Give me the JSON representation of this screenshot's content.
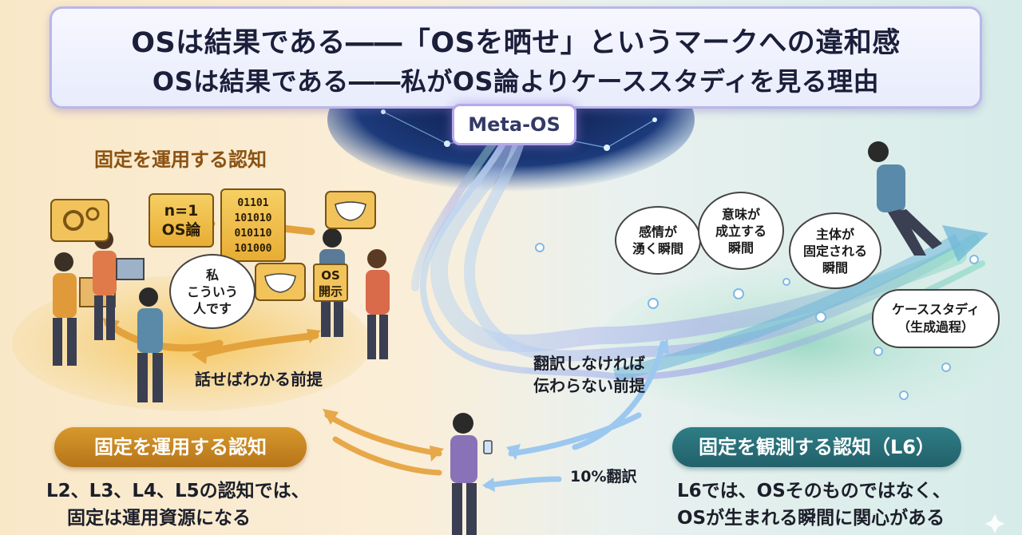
{
  "title": {
    "line1": "OSは結果である――「OSを晒せ」というマークへの違和感",
    "line2": "OSは結果である――私がOS論よりケーススタディを見る理由"
  },
  "center": {
    "meta_os": "Meta-OS"
  },
  "left": {
    "top_heading": "固定を運用する認知",
    "card_n1": "n=1\nOS論",
    "card_binary": "01101\n101010\n010110\n101000",
    "speech_person": "私\nこういう\n人です",
    "box_os": "OS\n開示",
    "arrow_label": "話せばわかる前提",
    "pill": "固定を運用する認知",
    "body_line1": "L2、L3、L4、L5の認知では、",
    "body_line2": "固定は運用資源になる"
  },
  "middle": {
    "translate_line1": "翻訳しなければ",
    "translate_line2": "伝わらない前提",
    "percent_label": "10%翻訳"
  },
  "right": {
    "bubble1": "感情が\n湧く瞬間",
    "bubble2": "意味が\n成立する\n瞬間",
    "bubble3": "主体が\n固定される\n瞬間",
    "bubble4": "ケーススタディ\n（生成過程）",
    "pill": "固定を観測する認知（L6）",
    "body_line1": "L6では、OSそのものではなく、",
    "body_line2": "OSが生まれる瞬間に関心がある"
  },
  "colors": {
    "orange_accent": "#c0801f",
    "teal_accent": "#2a6e77",
    "title_border": "#b9b7e8",
    "stream_blue": "#8fc4e6"
  }
}
